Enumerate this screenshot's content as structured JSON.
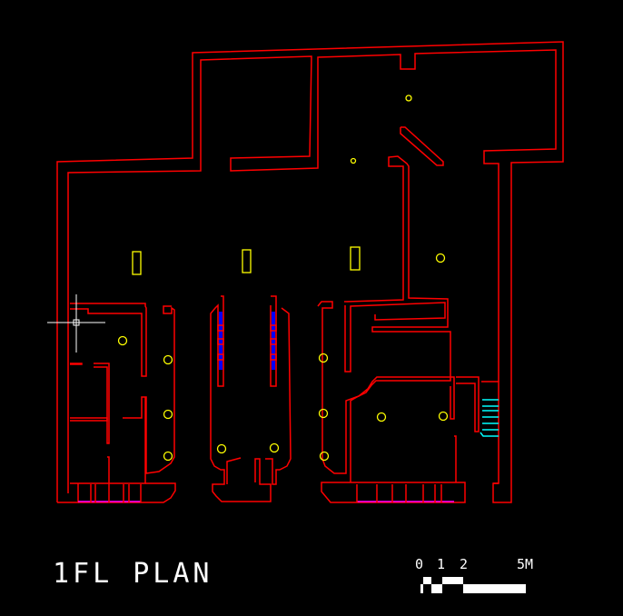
{
  "drawing": {
    "title": "1FL PLAN",
    "scale_bar": {
      "labels": [
        "0",
        "1",
        "2",
        "5M"
      ],
      "unit": "M"
    }
  },
  "colors": {
    "background": "#000000",
    "walls": "#ff0000",
    "fixtures": "#ffff00",
    "windows": "#0000ff",
    "glazing": "#ff00ff",
    "stairs": "#00ffff",
    "cursor": "#ffffff"
  }
}
